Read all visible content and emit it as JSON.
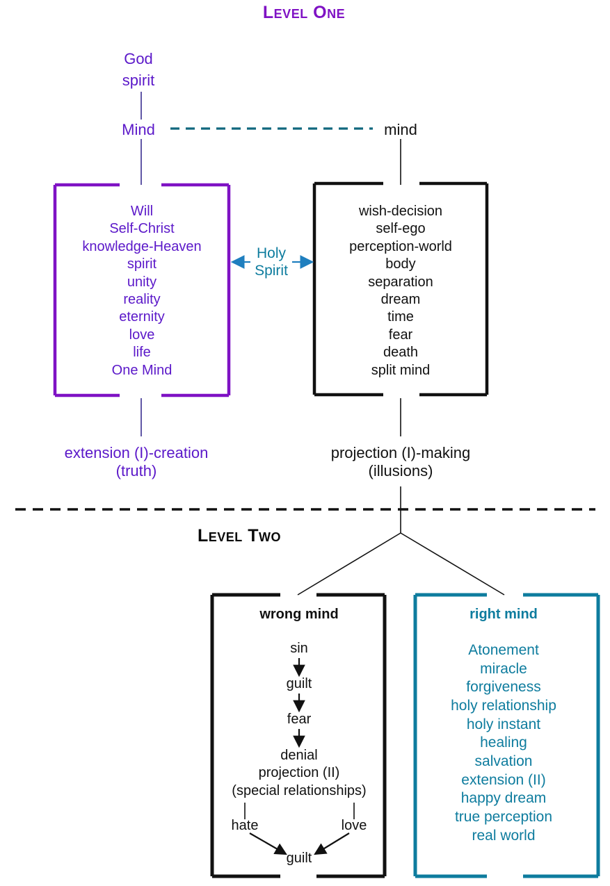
{
  "diagram": {
    "title_level_one": "Level One",
    "title_level_two": "Level Two",
    "colors": {
      "purple": "#5B18C9",
      "purple_border": "#7F12C4",
      "black": "#111111",
      "teal": "#0E7C9E",
      "arrow_blue": "#1F7FBF"
    }
  },
  "level_one": {
    "source": {
      "god": "God",
      "spirit": "spirit"
    },
    "mind_left": "Mind",
    "mind_right": "mind",
    "left_box": {
      "items": [
        "Will",
        "Self-Christ",
        "knowledge-Heaven",
        "spirit",
        "unity",
        "reality",
        "eternity",
        "love",
        "life",
        "One Mind"
      ]
    },
    "right_box": {
      "items": [
        "wish-decision",
        "self-ego",
        "perception-world",
        "body",
        "separation",
        "dream",
        "time",
        "fear",
        "death",
        "split mind"
      ]
    },
    "bridge": {
      "line1": "Holy",
      "line2": "Spirit"
    },
    "left_outcome": {
      "line1": "extension (I)-creation",
      "line2": "(truth)"
    },
    "right_outcome": {
      "line1": "projection (I)-making",
      "line2": "(illusions)"
    }
  },
  "level_two": {
    "wrong_mind": {
      "heading": "wrong mind",
      "chain": [
        "sin",
        "guilt",
        "fear"
      ],
      "denial_block": [
        "denial",
        "projection (II)",
        "(special relationships)"
      ],
      "branch_left": "hate",
      "branch_right": "love",
      "converge": "guilt"
    },
    "right_mind": {
      "heading": "right mind",
      "items": [
        "Atonement",
        "miracle",
        "forgiveness",
        "holy relationship",
        "holy instant",
        "healing",
        "salvation",
        "extension (II)",
        "happy dream",
        "true perception",
        "real world"
      ]
    }
  }
}
